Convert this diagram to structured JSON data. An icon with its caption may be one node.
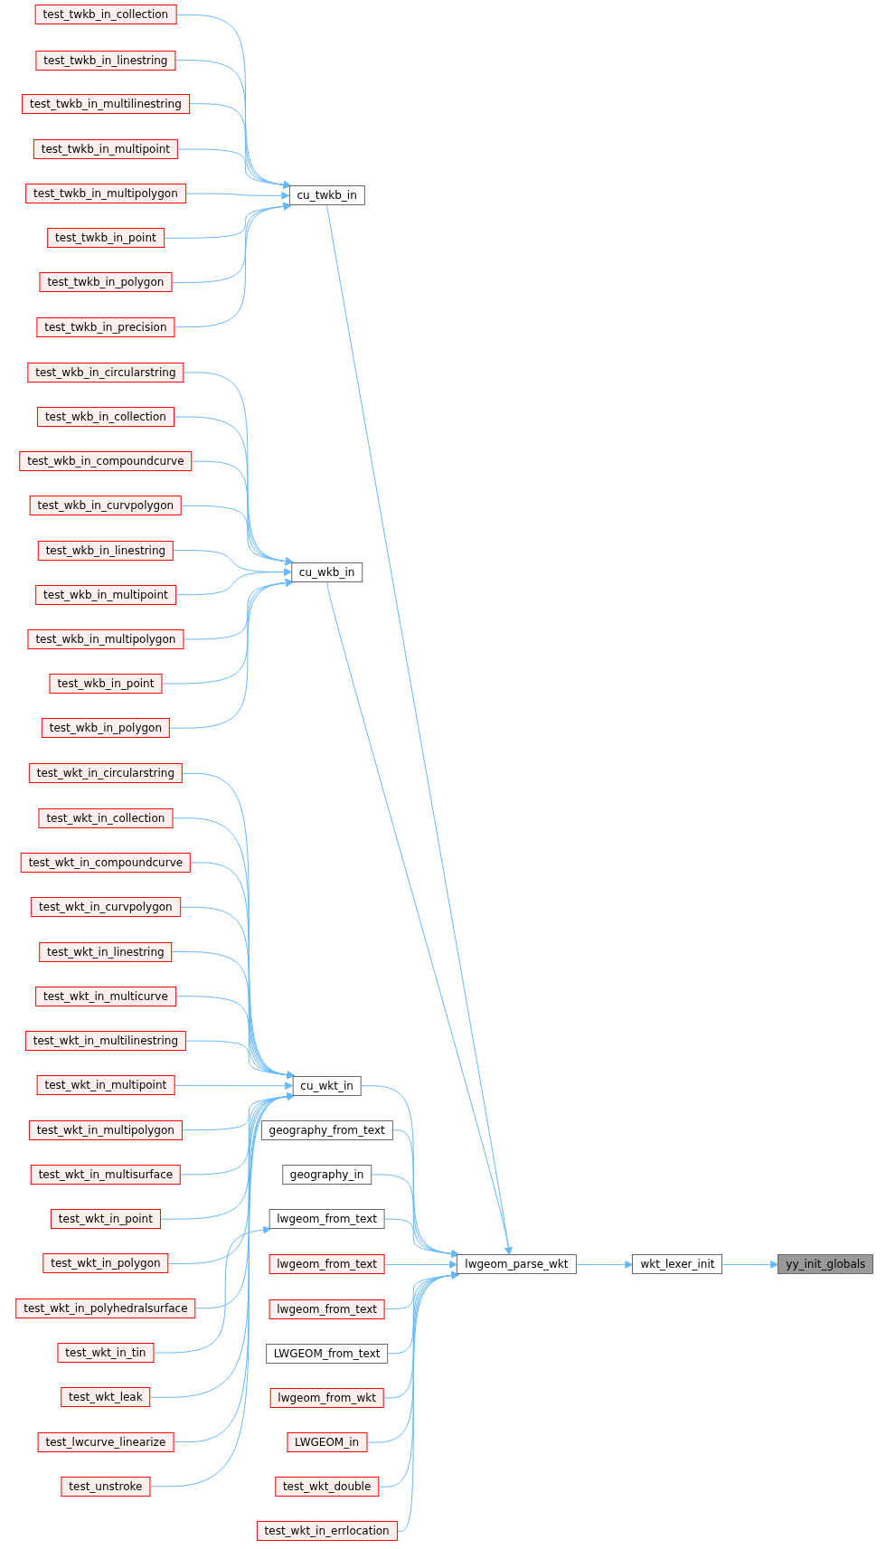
{
  "diagram": {
    "nodes": [
      {
        "text": [
          "test_twkb_in_collection"
        ]
      },
      {
        "text": [
          "test_twkb_in_linestring"
        ]
      },
      {
        "text": [
          "test_twkb_in_multilinestring"
        ]
      },
      {
        "text": [
          "test_twkb_in_multipoint"
        ]
      },
      {
        "text": [
          "test_twkb_in_multipolygon"
        ]
      },
      {
        "text": [
          "test_twkb_in_point"
        ]
      },
      {
        "text": [
          "test_twkb_in_polygon"
        ]
      },
      {
        "text": [
          "test_twkb_in_precision"
        ]
      },
      {
        "text": [
          "cu_twkb_in"
        ]
      },
      {
        "text": [
          "test_wkb_in_circularstring"
        ]
      },
      {
        "text": [
          "test_wkb_in_collection"
        ]
      },
      {
        "text": [
          "test_wkb_in_compoundcurve"
        ]
      },
      {
        "text": [
          "test_wkb_in_curvpolygon"
        ]
      },
      {
        "text": [
          "test_wkb_in_linestring"
        ]
      },
      {
        "text": [
          "test_wkb_in_multipoint"
        ]
      },
      {
        "text": [
          "test_wkb_in_multipolygon"
        ]
      },
      {
        "text": [
          "test_wkb_in_point"
        ]
      },
      {
        "text": [
          "test_wkb_in_polygon"
        ]
      },
      {
        "text": [
          "cu_wkb_in"
        ]
      },
      {
        "text": [
          "test_wkt_in_circularstring"
        ]
      },
      {
        "text": [
          "test_wkt_in_collection"
        ]
      },
      {
        "text": [
          "test_wkt_in_compoundcurve"
        ]
      },
      {
        "text": [
          "test_wkt_in_curvpolygon"
        ]
      },
      {
        "text": [
          "test_wkt_in_linestring"
        ]
      },
      {
        "text": [
          "test_wkt_in_multicurve"
        ]
      },
      {
        "text": [
          "test_wkt_in_multilinestring"
        ]
      },
      {
        "text": [
          "test_wkt_in_multipoint"
        ]
      },
      {
        "text": [
          "test_wkt_in_multipolygon"
        ]
      },
      {
        "text": [
          "test_wkt_in_multisurface"
        ]
      },
      {
        "text": [
          "test_wkt_in_point"
        ]
      },
      {
        "text": [
          "test_wkt_in_polygon"
        ]
      },
      {
        "text": [
          "test_wkt_in_polyhedralsurface"
        ]
      },
      {
        "text": [
          "test_wkt_in_tin"
        ]
      },
      {
        "text": [
          "test_wkt_leak"
        ]
      },
      {
        "text": [
          "test_lwcurve_linearize"
        ]
      },
      {
        "text": [
          "test_unstroke"
        ]
      },
      {
        "text": [
          "cu_wkt_in"
        ]
      },
      {
        "text": [
          "geography_from_text"
        ]
      },
      {
        "text": [
          "geography_in"
        ]
      },
      {
        "text": [
          "lwgeom_from_text"
        ]
      },
      {
        "text": [
          "lwgeom_from_text"
        ]
      },
      {
        "text": [
          "lwgeom_from_text"
        ]
      },
      {
        "text": [
          "LWGEOM_from_text"
        ]
      },
      {
        "text": [
          "lwgeom_from_wkt"
        ]
      },
      {
        "text": [
          "LWGEOM_in"
        ]
      },
      {
        "text": [
          "test_wkt_double"
        ]
      },
      {
        "text": [
          "test_wkt_in_errlocation"
        ]
      },
      {
        "text": [
          "lwgeom_parse_wkt"
        ]
      },
      {
        "text": [
          "wkt_lexer_init"
        ]
      },
      {
        "text": [
          "yy_init_globals"
        ]
      }
    ],
    "edges": [
      {
        "from": 0,
        "to": 8,
        "arrow": "to"
      },
      {
        "from": 1,
        "to": 8,
        "arrow": "to"
      },
      {
        "from": 2,
        "to": 8,
        "arrow": "to"
      },
      {
        "from": 3,
        "to": 8,
        "arrow": "to"
      },
      {
        "from": 4,
        "to": 8,
        "arrow": "to"
      },
      {
        "from": 5,
        "to": 8,
        "arrow": "to"
      },
      {
        "from": 6,
        "to": 8,
        "arrow": "to"
      },
      {
        "from": 7,
        "to": 8,
        "arrow": "to"
      },
      {
        "from": 9,
        "to": 18,
        "arrow": "to"
      },
      {
        "from": 10,
        "to": 18,
        "arrow": "to"
      },
      {
        "from": 11,
        "to": 18,
        "arrow": "to"
      },
      {
        "from": 12,
        "to": 18,
        "arrow": "to"
      },
      {
        "from": 13,
        "to": 18,
        "arrow": "to"
      },
      {
        "from": 14,
        "to": 18,
        "arrow": "to"
      },
      {
        "from": 15,
        "to": 18,
        "arrow": "to"
      },
      {
        "from": 16,
        "to": 18,
        "arrow": "to"
      },
      {
        "from": 17,
        "to": 18,
        "arrow": "to"
      },
      {
        "from": 19,
        "to": 36,
        "arrow": "to"
      },
      {
        "from": 20,
        "to": 36,
        "arrow": "to"
      },
      {
        "from": 21,
        "to": 36,
        "arrow": "to"
      },
      {
        "from": 22,
        "to": 36,
        "arrow": "to"
      },
      {
        "from": 23,
        "to": 36,
        "arrow": "to"
      },
      {
        "from": 24,
        "to": 36,
        "arrow": "to"
      },
      {
        "from": 25,
        "to": 36,
        "arrow": "to"
      },
      {
        "from": 26,
        "to": 36,
        "arrow": "to"
      },
      {
        "from": 27,
        "to": 36,
        "arrow": "to"
      },
      {
        "from": 28,
        "to": 36,
        "arrow": "to"
      },
      {
        "from": 29,
        "to": 36,
        "arrow": "to"
      },
      {
        "from": 30,
        "to": 36,
        "arrow": "to"
      },
      {
        "from": 31,
        "to": 36,
        "arrow": "to"
      },
      {
        "from": 32,
        "to": 39,
        "arrow": "to"
      },
      {
        "from": 33,
        "to": 36,
        "arrow": "to"
      },
      {
        "from": 34,
        "to": 36,
        "arrow": "to"
      },
      {
        "from": 35,
        "to": 36,
        "arrow": "to"
      },
      {
        "from": 8,
        "to": 47,
        "arrow": "to"
      },
      {
        "from": 18,
        "to": 47,
        "arrow": "to"
      },
      {
        "from": 36,
        "to": 47,
        "arrow": "to"
      },
      {
        "from": 37,
        "to": 47,
        "arrow": "to"
      },
      {
        "from": 38,
        "to": 47,
        "arrow": "to"
      },
      {
        "from": 39,
        "to": 47,
        "arrow": "to"
      },
      {
        "from": 40,
        "to": 47,
        "arrow": "to"
      },
      {
        "from": 41,
        "to": 47,
        "arrow": "to"
      },
      {
        "from": 42,
        "to": 47,
        "arrow": "to"
      },
      {
        "from": 43,
        "to": 47,
        "arrow": "to"
      },
      {
        "from": 44,
        "to": 47,
        "arrow": "to"
      },
      {
        "from": 45,
        "to": 47,
        "arrow": "to"
      },
      {
        "from": 46,
        "to": 47,
        "arrow": "to"
      },
      {
        "from": 47,
        "to": 48,
        "arrow": "to"
      },
      {
        "from": 48,
        "to": 49,
        "arrow": "to"
      }
    ]
  }
}
